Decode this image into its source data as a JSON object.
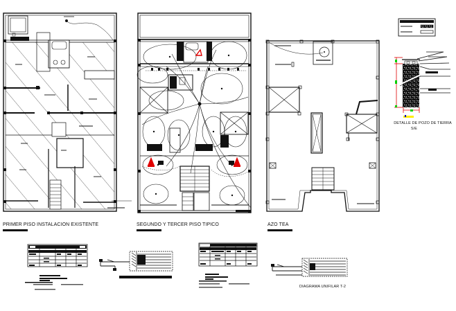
{
  "sheet": {
    "background": "#ffffff",
    "line_color": "#111111",
    "accent_red": "#e00000",
    "accent_green": "#00d000",
    "accent_yellow": "#ffee00"
  },
  "plans": [
    {
      "id": "primer-piso",
      "title": "PRIMER PISO INSTALACION EXISTENTE"
    },
    {
      "id": "segundo-tercer-piso",
      "title": "SEGUNDO Y TERCER PISO TIPICO"
    },
    {
      "id": "azotea",
      "title": "AZO TEA"
    }
  ],
  "details": {
    "pozo_tierra": {
      "title_line1": "DETALLE DE POZO DE TIERRA",
      "title_line2": "S/E"
    }
  },
  "diagrams": [
    {
      "id": "diagrama-unifilar-t1",
      "title": ""
    },
    {
      "id": "diagrama-unifilar-t2",
      "title": "DIAGRAMA UNIFILAR T-2"
    }
  ],
  "tables": [
    {
      "id": "cuadro-cargas-1",
      "rows": 5,
      "cols": 5
    },
    {
      "id": "cuadro-cargas-2",
      "rows": 5,
      "cols": 5
    }
  ]
}
